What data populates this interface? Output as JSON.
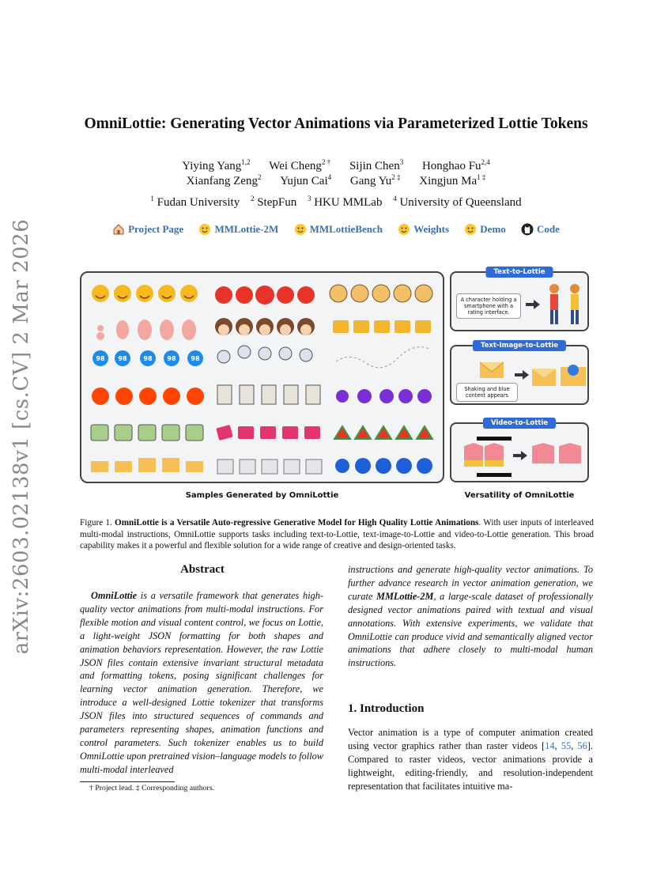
{
  "side_label": "arXiv:2603.02138v1  [cs.CV]  2 Mar 2026",
  "title": "OmniLottie: Generating Vector Animations via Parameterized Lottie Tokens",
  "authors_line1": [
    {
      "name": "Yiying Yang",
      "sup": "1,2"
    },
    {
      "name": "Wei Cheng",
      "sup": "2 †"
    },
    {
      "name": "Sijin Chen",
      "sup": "3"
    },
    {
      "name": "Honghao Fu",
      "sup": "2,4"
    }
  ],
  "authors_line2": [
    {
      "name": "Xianfang Zeng",
      "sup": "2"
    },
    {
      "name": "Yujun Cai",
      "sup": "4"
    },
    {
      "name": "Gang Yu",
      "sup": "2 ‡"
    },
    {
      "name": "Xingjun Ma",
      "sup": "1 ‡"
    }
  ],
  "affiliations": [
    {
      "sup": "1",
      "name": "Fudan University"
    },
    {
      "sup": "2",
      "name": "StepFun"
    },
    {
      "sup": "3",
      "name": "HKU MMLab"
    },
    {
      "sup": "4",
      "name": "University of Queensland"
    }
  ],
  "links": [
    {
      "label": "Project Page",
      "icon": "house-icon"
    },
    {
      "label": "MMLottie-2M",
      "icon": "hugging-face-icon"
    },
    {
      "label": "MMLottieBench",
      "icon": "hugging-face-icon"
    },
    {
      "label": "Weights",
      "icon": "hugging-face-icon"
    },
    {
      "label": "Demo",
      "icon": "hugging-face-icon"
    },
    {
      "label": "Code",
      "icon": "github-icon"
    }
  ],
  "figure": {
    "left_caption": "Samples Generated by OmniLottie",
    "right_caption": "Versatility of OmniLottie",
    "pills": [
      "Text-to-Lottie",
      "Text-Image-to-Lottie",
      "Video-to-Lottie"
    ],
    "prompt1": "A character holding a smartphone with a rating interface.",
    "prompt2": "Shaking and blue content appears",
    "badge_number": "98",
    "colors": {
      "accent": "#2f6bd8",
      "link": "#3a6fb0"
    }
  },
  "caption": {
    "label": "Figure 1.",
    "bold": "OmniLottie  is a Versatile Auto-regressive Generative Model for High Quality Lottie Animations",
    "text": ". With user inputs of interleaved multi-modal instructions, OmniLottie supports tasks including text-to-Lottie, text-image-to-Lottie and video-to-Lottie generation. This broad capability makes it a powerful and flexible solution for a wide range of creative and design-oriented tasks."
  },
  "abstract": {
    "heading": "Abstract",
    "lead": "OmniLottie",
    "body_left": " is a versatile framework that generates high-quality vector animations from multi-modal instructions. For flexible motion and visual content control, we focus on Lottie, a light-weight JSON formatting for both shapes and animation behaviors representation. However, the raw Lottie JSON files contain extensive invariant structural metadata and formatting tokens, posing significant challenges for learning vector animation generation. Therefore, we introduce a well-designed Lottie tokenizer that transforms JSON files into structured sequences of commands and parameters representing shapes, animation functions and control parameters.  Such tokenizer enables us to build OmniLottie upon pretrained vision–language models to follow multi-modal interleaved",
    "body_right_a": "instructions and generate high-quality vector animations. To further advance research in vector animation generation, we curate ",
    "dataset": "MMLottie-2M",
    "body_right_b": ", a large-scale dataset of professionally designed vector animations paired with textual and visual annotations.  With extensive experiments, we validate that OmniLottie can produce vivid and semantically aligned vector animations that adhere closely to multi-modal human instructions."
  },
  "intro": {
    "heading": "1. Introduction",
    "t1": "Vector animation is a type of computer animation created using vector graphics rather than raster videos [",
    "c1": "14",
    "t2": ", ",
    "c2": "55",
    "t3": ", ",
    "c3": "56",
    "t4": "].  Compared to raster videos, vector animations provide a lightweight, editing-friendly, and resolution-independent representation that facilitates intuitive ma-"
  },
  "footnote": "† Project lead. ‡ Corresponding authors."
}
